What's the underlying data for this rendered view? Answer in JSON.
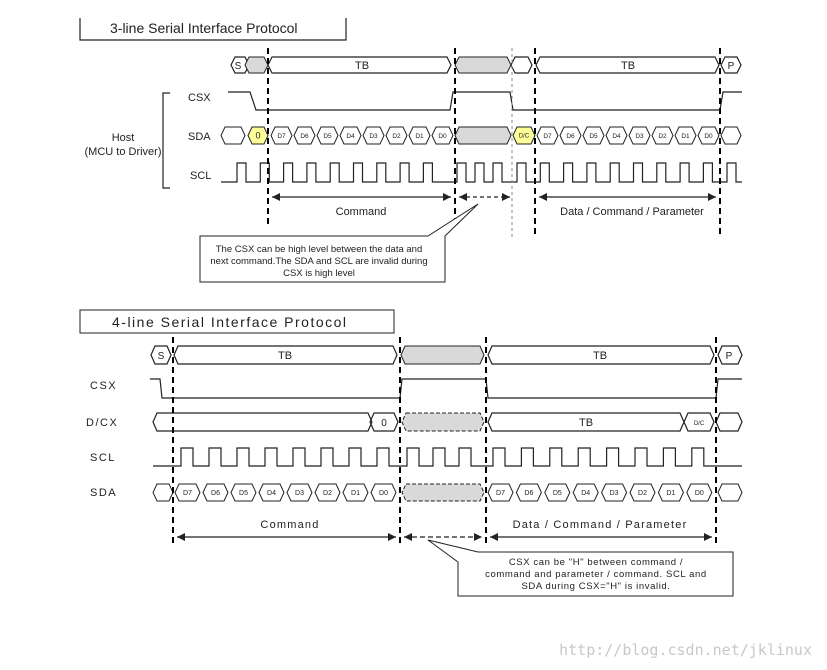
{
  "diagram3": {
    "title": "3-line Serial Interface Protocol",
    "host_label_1": "Host",
    "host_label_2": "(MCU to Driver)",
    "signals": {
      "csx": "CSX",
      "sda": "SDA",
      "scl": "SCL"
    },
    "start": "S",
    "stop": "P",
    "tb_1": "TB",
    "tb_2": "TB",
    "dc_bit_first": "0",
    "dc_bit_second": "D/C",
    "bits": [
      "D7",
      "D6",
      "D5",
      "D4",
      "D3",
      "D2",
      "D1",
      "D0"
    ],
    "phase_command": "Command",
    "phase_data": "Data / Command / Parameter",
    "note_line_1": "The CSX can be high level between the data and",
    "note_line_2": "next command.The SDA and SCL are  invalid during",
    "note_line_3": "CSX is high level",
    "colors": {
      "highlight": "#ffff99",
      "gray": "#d9d9d9"
    }
  },
  "diagram4": {
    "title": "4-line Serial Interface Protocol",
    "signals": {
      "csx": "CSX",
      "dcx": "D/CX",
      "scl": "SCL",
      "sda": "SDA"
    },
    "start": "S",
    "stop": "P",
    "tb_1": "TB",
    "tb_2": "TB",
    "dcx_tb": "TB",
    "dcx_zero": "0",
    "dcx_dc": "D/C",
    "bits": [
      "D7",
      "D6",
      "D5",
      "D4",
      "D3",
      "D2",
      "D1",
      "D0"
    ],
    "phase_command": "Command",
    "phase_data": "Data / Command / Parameter",
    "note_line_1": "CSX can be \"H\" between command  /",
    "note_line_2": "command and parameter / command. SCL and",
    "note_line_3": "SDA during CSX=\"H\" is invalid."
  },
  "watermark": "http://blog.csdn.net/jklinux"
}
